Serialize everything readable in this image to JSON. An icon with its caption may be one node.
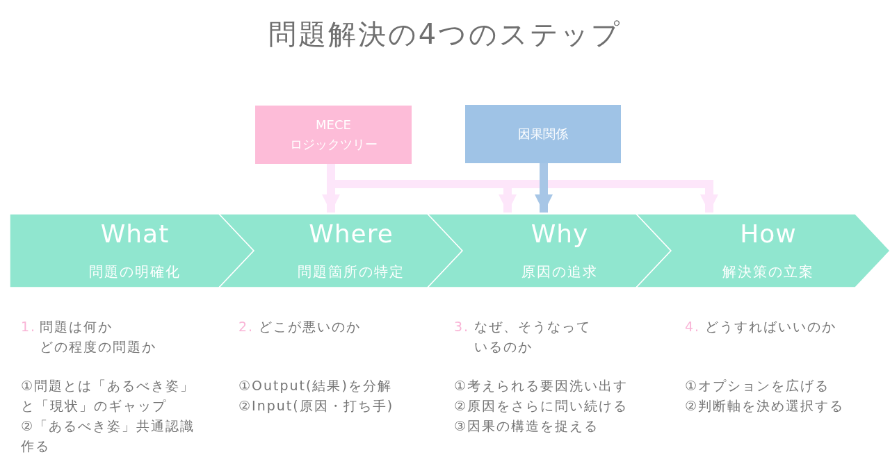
{
  "diagram": {
    "title": "問題解決の4つのステップ",
    "nodes": [
      {
        "text": [
          "MECEロジックツリー"
        ]
      },
      {
        "text": [
          "因果関係"
        ]
      },
      {
        "text": [
          "What",
          "問題の明確化"
        ]
      },
      {
        "text": [
          "Where",
          "問題箇所の特定"
        ]
      },
      {
        "text": [
          "Why",
          "原因の追求"
        ]
      },
      {
        "text": [
          "How",
          "解決策の立案"
        ]
      }
    ],
    "edges": [
      {
        "from": 0,
        "to": 3,
        "arrow": "to"
      },
      {
        "from": 0,
        "to": 4,
        "arrow": "to"
      },
      {
        "from": 0,
        "to": 5,
        "arrow": "to"
      },
      {
        "from": 1,
        "to": 4,
        "arrow": "to",
        "color": "#a7c6e6"
      }
    ],
    "labels": [
      "1.",
      "問題は何かどの程度の問題か",
      "①問題とは「あるべき姿」と「現状」のギャップ",
      "②「あるべき姿」共通認識作る",
      "2.",
      "どこが悪いのか",
      "①Output(結果)を分解",
      "②Input(原因・打ち手)",
      "3.",
      "なぜ、そうなっているのか",
      "①考えられる要因洗い出す",
      "②原因をさらに問い続ける",
      "③因果の構造を捉える",
      "4.",
      "どうすればいいのか",
      "①オプションを広げる",
      "②判断軸を決め選択する"
    ]
  }
}
